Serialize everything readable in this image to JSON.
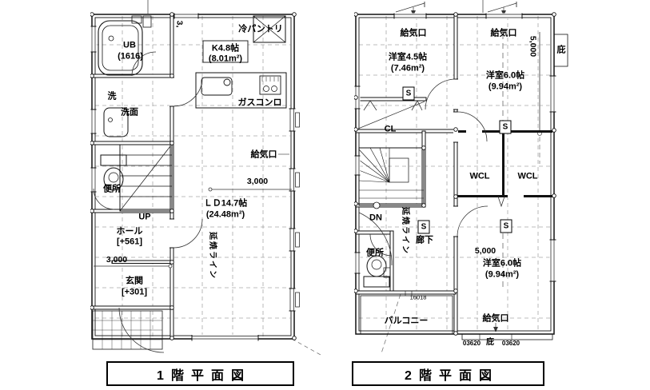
{
  "floor1": {
    "caption": "1階平面図",
    "labels": {
      "ub_name": "UB",
      "ub_size": "(1616)",
      "wash": "洗",
      "washstand": "洗面",
      "toilet": "便所",
      "up": "UP",
      "hall_name": "ホール",
      "hall_level": "[+561]",
      "entrance_name": "玄関",
      "entrance_level": "[+301]",
      "kitchen_name": "K4.8帖",
      "kitchen_area": "(8.01m²)",
      "ld_name": "ＬＤ14.7帖",
      "ld_area": "(24.48m²)",
      "pantry": "冷パントリ",
      "gas_stove": "ガスコンロ",
      "air_inlet": "給気口",
      "fire_spread_line": "延焼ライン",
      "dim_top_vertical": "3,",
      "dim_ld": "3,000",
      "dim_hall": "3,000"
    }
  },
  "floor2": {
    "caption": "2階平面図",
    "labels": {
      "air_inlet_nw": "給気口",
      "air_inlet_ne": "給気口",
      "air_inlet_se": "給気口",
      "room45_name": "洋室4.5帖",
      "room45_area": "(7.46m²)",
      "room60t_name": "洋室6.0帖",
      "room60t_area": "(9.94m²)",
      "room60b_name": "洋室6.0帖",
      "room60b_area": "(9.94m²)",
      "wcl_left": "WCL",
      "wcl_right": "WCL",
      "cl": "CL",
      "dn": "DN",
      "corridor": "廊下",
      "toilet": "便所",
      "balcony": "バルコニー",
      "balcony_dim": "16018",
      "fire_spread_line": "延焼ライン",
      "dim_vertical": "5,000",
      "dim_room": "5,000",
      "eaves_right": "庇",
      "eaves_bottom": "庇",
      "eaves_dim_left": "03620",
      "eaves_dim_right": "03620",
      "s_marker": "S"
    }
  }
}
